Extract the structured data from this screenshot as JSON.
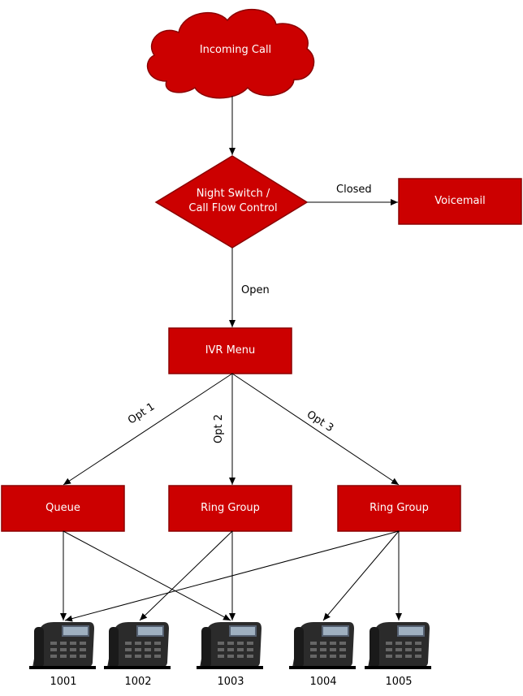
{
  "colors": {
    "node_fill": "#cc0000",
    "node_stroke": "#8b0000",
    "node_text": "#ffffff",
    "edge": "#000000"
  },
  "nodes": {
    "incoming_call": "Incoming Call",
    "night_switch": "Night Switch /\nCall Flow Control",
    "voicemail": "Voicemail",
    "ivr_menu": "IVR Menu",
    "queue": "Queue",
    "ring_group_1": "Ring Group",
    "ring_group_2": "Ring Group"
  },
  "edges": {
    "closed": "Closed",
    "open": "Open",
    "opt1": "Opt 1",
    "opt2": "Opt 2",
    "opt3": "Opt 3"
  },
  "extensions": [
    "1001",
    "1002",
    "1003",
    "1004",
    "1005"
  ],
  "icons": {
    "phone": "desk-phone-icon",
    "cloud": "cloud-shape"
  }
}
